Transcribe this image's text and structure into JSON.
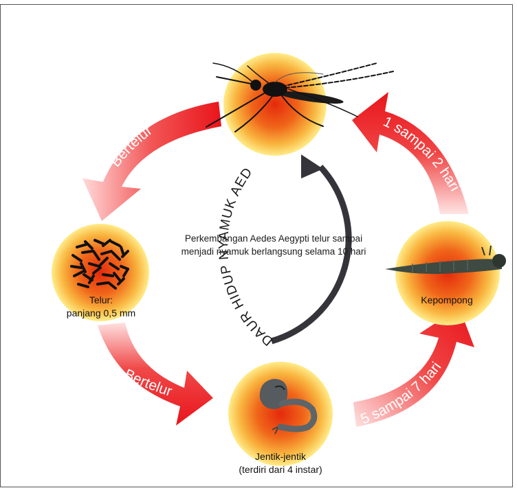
{
  "cycle_title": "DAUR HIDUP NYAMUK AEDES AEGYPTI",
  "center_text": "Perkembangan Aedes Aegypti telur sampai menjadi nyamuk berlangsung selama 10 hari",
  "stages": {
    "mosquito": {
      "icon": "mosquito-icon"
    },
    "egg": {
      "label_line1": "Telur:",
      "label_line2": "panjang 0,5 mm",
      "icon": "eggs-icon"
    },
    "larva": {
      "label_line1": "Jentik-jentik",
      "label_line2": "(terdiri dari 4 instar)",
      "icon": "larva-icon"
    },
    "pupa": {
      "label": "Kepompong",
      "icon": "pupa-icon"
    }
  },
  "arrows": {
    "mosquito_to_egg": "Bertelur",
    "egg_to_larva": "Bertelur",
    "larva_to_pupa": "5 sampai 7 hari",
    "pupa_to_mosquito": "1 sampai 2 hari"
  },
  "colors": {
    "arrow_red": "#e8151b",
    "circle_center": "#e83a0e",
    "circle_edge": "#ffe27a",
    "cycle_arrow": "#35343a"
  }
}
